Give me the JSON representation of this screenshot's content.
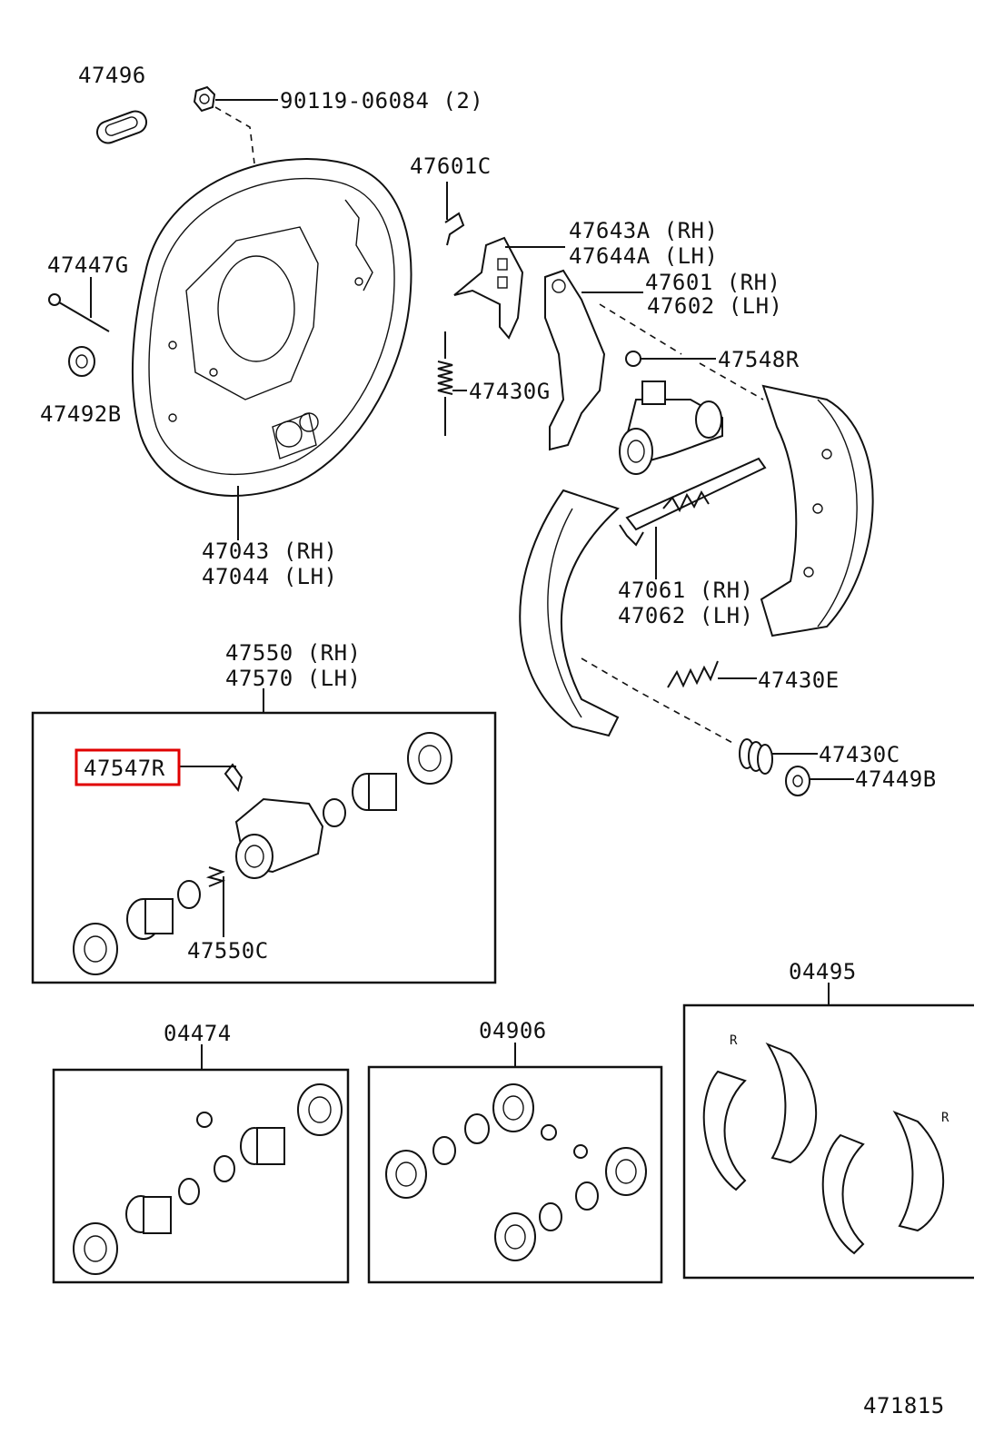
{
  "labels": {
    "p47496": "47496",
    "p90119": "90119-06084 (2)",
    "p47601c": "47601C",
    "p47643a": "47643A (RH)",
    "p47644a": "47644A (LH)",
    "p47447g": "47447G",
    "p47601": "47601 (RH)",
    "p47602": "47602 (LH)",
    "p47548r": "47548R",
    "p47492b": "47492B",
    "p47430g": "47430G",
    "p47043": "47043 (RH)",
    "p47044": "47044 (LH)",
    "p47061": "47061 (RH)",
    "p47062": "47062 (LH)",
    "p47550": "47550 (RH)",
    "p47570": "47570 (LH)",
    "p47430e": "47430E",
    "p47547r": "47547R",
    "p47430c": "47430C",
    "p47449b": "47449B",
    "p47550c": "47550C",
    "p04495": "04495",
    "p04474": "04474",
    "p04906": "04906",
    "diagram_code": "471815"
  },
  "highlight_color": "#e00000"
}
